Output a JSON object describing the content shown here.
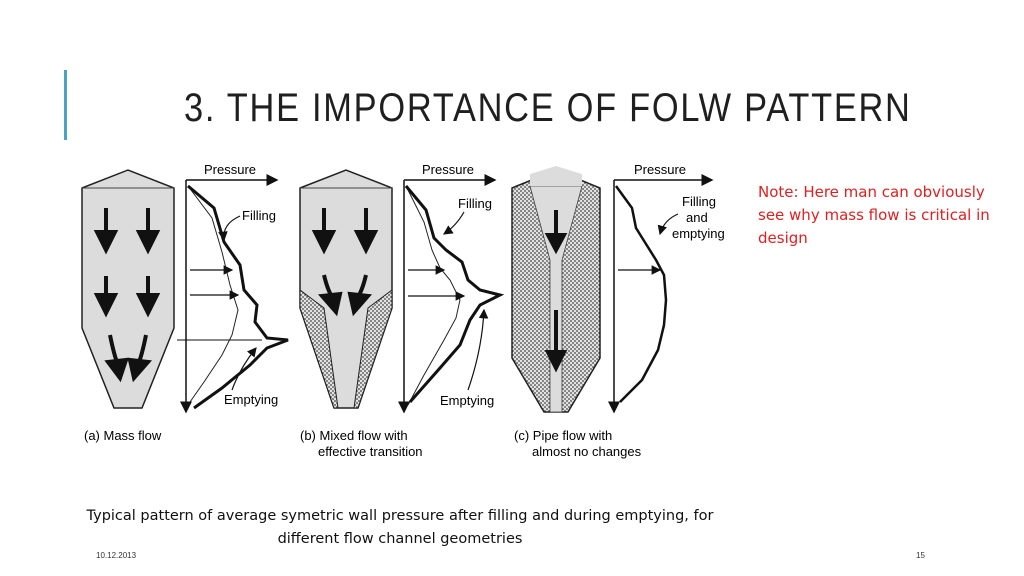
{
  "slide": {
    "title": "3. THE IMPORTANCE OF FOLW PATTERN",
    "note": "Note: Here man can obviously see why mass flow is critical in design",
    "caption_line1": "Typical pattern of average symetric wall pressure after filling and during emptying, for",
    "caption_line2": "different flow channel geometries",
    "date": "10.12.2013",
    "page_number": "15",
    "accent_color": "#4aa3c7",
    "note_color": "#e02020"
  },
  "figure": {
    "panel_a": {
      "axis_label": "Pressure",
      "filling_label": "Filling",
      "emptying_label": "Emptying",
      "caption_line1": "(a) Mass flow"
    },
    "panel_b": {
      "axis_label": "Pressure",
      "filling_label": "Filling",
      "emptying_label": "Emptying",
      "caption_line1": "(b) Mixed flow with",
      "caption_line2": "effective transition"
    },
    "panel_c": {
      "axis_label": "Pressure",
      "label_line1": "Filling",
      "label_line2": "and",
      "label_line3": "emptying",
      "caption_line1": "(c) Pipe flow with",
      "caption_line2": "almost no changes"
    }
  }
}
